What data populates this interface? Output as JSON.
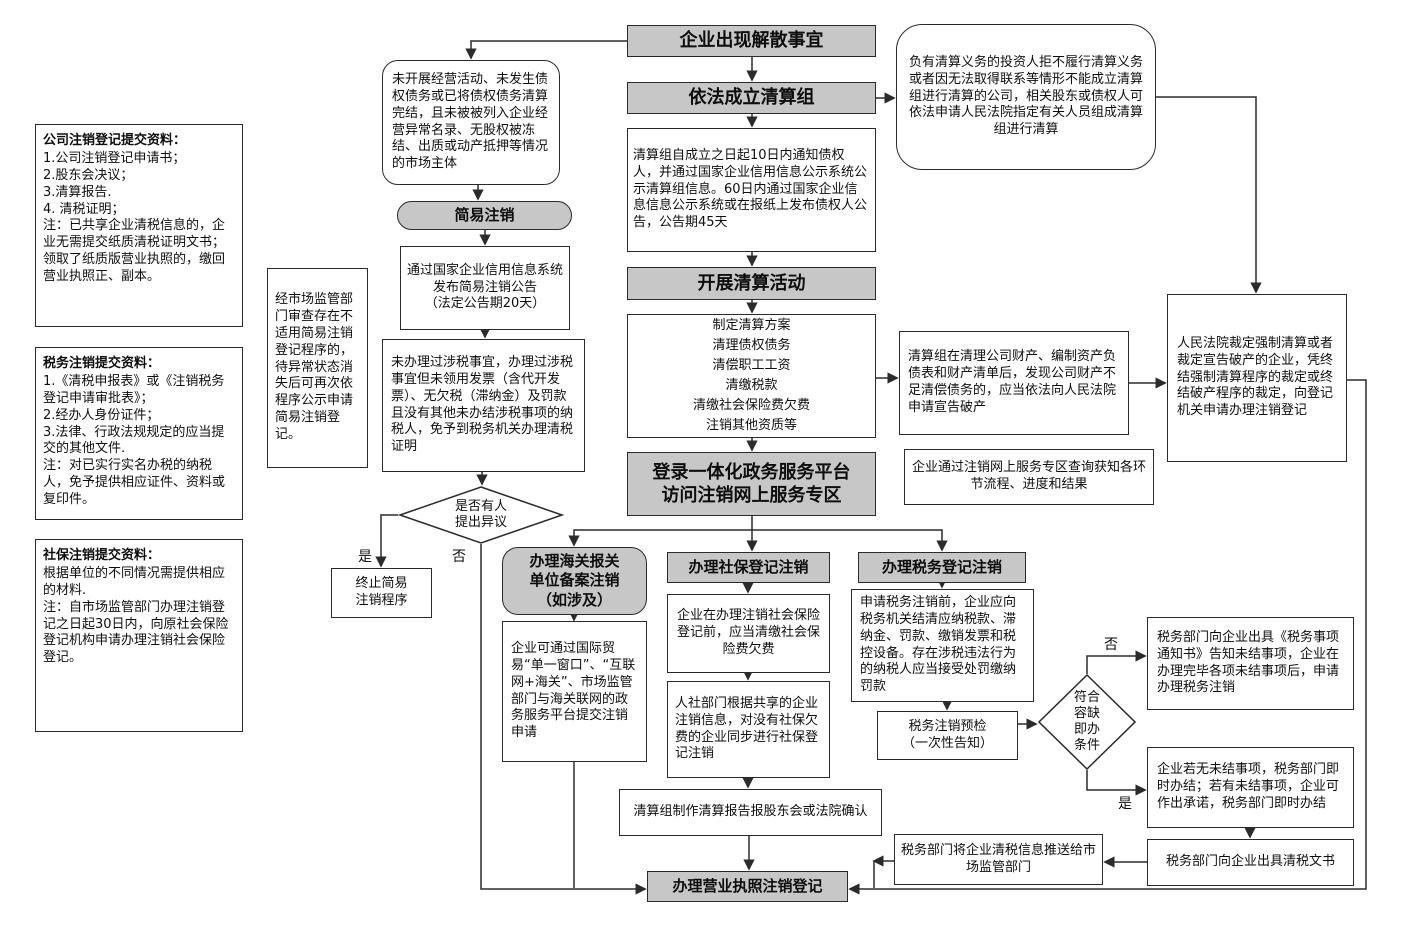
{
  "nodes": {
    "dissolve": {
      "label": "企业出现解散事宜"
    },
    "group": {
      "label": "依法成立清算组"
    },
    "notice": {
      "label": "清算组自成立之日起10日内通知债权人，并通过国家企业信用信息公示系统公示清算组信息。60日内通过国家企业信息信息公示系统或在报纸上发布债权人公告，公告期45天"
    },
    "carry": {
      "label": "开展清算活动"
    },
    "activities": {
      "label": "制定清算方案\n清理债权债务\n清偿职工工资\n清缴税款\n清缴社会保险费欠费\n注销其他资质等"
    },
    "platform": {
      "label": "登录一体化政务服务平台\n访问注销网上服务专区"
    },
    "customs": {
      "label": "办理海关报关\n单位备案注销\n（如涉及）"
    },
    "social": {
      "label": "办理社保登记注销"
    },
    "tax": {
      "label": "办理税务登记注销"
    },
    "info_company": {
      "title": "公司注销登记提交资料：",
      "body": "1.公司注销登记申请书；\n2.股东会决议；\n3.清算报告.\n4. 清税证明；\n注：已共享企业清税信息的，企业无需提交纸质清税证明文书；领取了纸质版营业执照的，缴回营业执照正、副本。"
    },
    "info_tax": {
      "title": "税务注销提交资料：",
      "body": "1.《清税申报表》或《注销税务登记申请审批表》；\n2.经办人身份证件；\n3.法律、行政法规规定的应当提交的其他文件.\n注：对已实行实名办税的纳税人，免予提供相应证件、资料或复印件。"
    },
    "info_social": {
      "title": "社保注销提交资料：",
      "body": "根据单位的不同情况需提供相应的材料.\n注：自市场监管部门办理注销登记之日起30日内，向原社会保险登记机构申请办理注销社会保险登记。"
    },
    "simple_cond": {
      "label": "未开展经营活动、未发生债权债务或已将债权债务清算完结，且未被被列入企业经营异常名录、无股权被冻结、出质或动产抵押等情况的市场主体"
    },
    "simple": {
      "label": "简易注销"
    },
    "announce": {
      "label": "通过国家企业信用信息系统发布简易注销公告\n（法定公告期20天）"
    },
    "no_tax": {
      "label": "未办理过涉税事宜，办理过涉税事宜但未领用发票（含代开发票）、无欠税（滞纳金）及罚款且没有其他未办结涉税事项的纳税人，免予到税务机关办理清税证明"
    },
    "reject": {
      "label": "经市场监管部门审查存在不适用简易注销登记程序的，待异常状态消失后可再次依程序公示申请简易注销登记。"
    },
    "objection": {
      "label": "是否有人\n提出异议"
    },
    "terminate": {
      "label": "终止简易\n注销程序"
    },
    "court_group": {
      "label": "负有清算义务的投资人拒不履行清算义务或者因无法取得联系等情形不能成立清算组进行清算的公司，相关股东或债权人可依法申请人民法院指定有关人员组成清算组进行清算"
    },
    "bankrupt": {
      "label": "清算组在清理公司财产、编制资产负债表和财产清单后，发现公司财产不足清偿债务的，应当依法向人民法院申请宣告破产"
    },
    "court_ruling": {
      "label": "人民法院裁定强制清算或者裁定宣告破产的企业，凭终结强制清算程序的裁定或终结破产程序的裁定，向登记机关申请办理注销登记"
    },
    "query": {
      "label": "企业通过注销网上服务专区查询获知各环节流程、进度和结果"
    },
    "customs_detail": {
      "label": "企业可通过国际贸易“单一窗口”、“互联网+海关”、市场监管部门与海关联网的政务服务平台提交注销申请"
    },
    "social_detail1": {
      "label": "企业在办理注销社会保险登记前，应当清缴社会保险费欠费"
    },
    "social_detail2": {
      "label": "人社部门根据共享的企业注销信息，对没有社保欠费的企业同步进行社保登记注销"
    },
    "tax_detail": {
      "label": "申请税务注销前，企业应向税务机关结清应纳税款、滞纳金、罚款、缴销发票和税控设备。存在涉税违法行为的纳税人应当接受处罚缴纳罚款"
    },
    "tax_precheck": {
      "label": "税务注销预检\n（一次性告知）"
    },
    "tolerance": {
      "label": "符合\n容缺\n即办\n条件"
    },
    "tax_notice": {
      "label": "税务部门向企业出具《税务事项通知书》告知未结事项，企业在办理完毕各项未结事项后，申请办理税务注销"
    },
    "tax_promise": {
      "label": "企业若无未结事项，税务部门即时办结；若有未结事项，企业可作出承诺，税务部门即时办结"
    },
    "tax_doc": {
      "label": "税务部门向企业出具清税文书"
    },
    "tax_push": {
      "label": "税务部门将企业清税信息推送给市场监管部门"
    },
    "report": {
      "label": "清算组制作清算报告报股东会或法院确认"
    },
    "final": {
      "label": "办理营业执照注销登记"
    }
  },
  "edge_labels": {
    "objection_yes": "是",
    "objection_no": "否",
    "tolerance_no": "否",
    "tolerance_yes": "是"
  },
  "colors": {
    "node_fill_gray": "#c7c7c7",
    "node_fill_white": "#ffffff",
    "line": "#2b2b2b"
  }
}
